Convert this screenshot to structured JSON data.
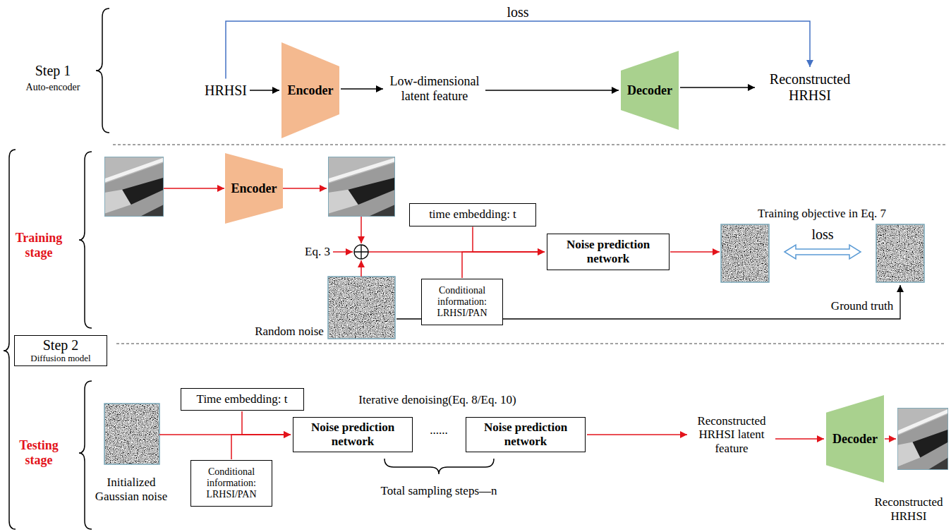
{
  "diagram": {
    "nodes": [
      {
        "text": [
          "HRHSI"
        ]
      },
      {
        "text": [
          "Encoder"
        ]
      },
      {
        "text": [
          "Low-dimensional latent feature"
        ]
      },
      {
        "text": [
          "Decoder"
        ]
      },
      {
        "text": [
          "Reconstructed HRHSI"
        ]
      },
      {
        "text": [
          "Encoder"
        ]
      },
      {
        "text": [
          "time embedding: t"
        ]
      },
      {
        "text": [
          "Noise prediction network"
        ]
      },
      {
        "text": [
          "Conditional information: LRHSI/PAN"
        ]
      },
      {
        "text": [
          "Step 2",
          "Diffusion model"
        ]
      },
      {
        "text": [
          "Time embedding: t"
        ]
      },
      {
        "text": [
          "Noise prediction network"
        ]
      },
      {
        "text": [
          "Noise prediction network"
        ]
      },
      {
        "text": [
          "Reconstructed HRHSI latent feature"
        ]
      },
      {
        "text": [
          "Decoder"
        ]
      },
      {
        "text": [
          "Conditional information: LRHSI/PAN"
        ]
      }
    ],
    "edges": [
      {
        "from": 0,
        "to": 1,
        "arrow": "to"
      },
      {
        "from": 1,
        "to": 2,
        "arrow": "to"
      },
      {
        "from": 2,
        "to": 3,
        "arrow": "to"
      },
      {
        "from": 3,
        "to": 4,
        "arrow": "to"
      },
      {
        "from": 0,
        "to": 4,
        "arrow": "to",
        "label": "loss"
      },
      {
        "from": 6,
        "to": 7,
        "arrow": "to"
      },
      {
        "from": 8,
        "to": 7,
        "arrow": "to"
      },
      {
        "from": 10,
        "to": 11,
        "arrow": "to"
      },
      {
        "from": 15,
        "to": 11,
        "arrow": "to"
      },
      {
        "from": 12,
        "to": 13,
        "arrow": "to"
      },
      {
        "from": 13,
        "to": 14,
        "arrow": "to"
      }
    ],
    "labels": [
      "Step 1",
      "Auto-encoder",
      "Training objective in Eq. 7",
      "loss",
      "Training stage",
      "Eq. 3",
      "Ground truth",
      "Random noise",
      "Iterative denoising(Eq. 8/Eq. 10)",
      "......",
      "Testing stage",
      "Total sampling steps—n",
      "Initialized Gaussian noise",
      "Reconstructed HRHSI"
    ]
  }
}
